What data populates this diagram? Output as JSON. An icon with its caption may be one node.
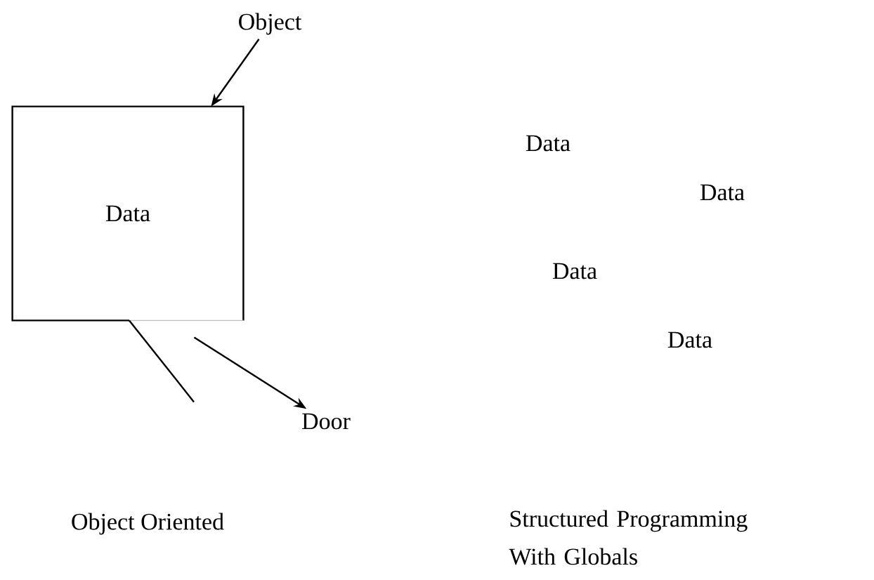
{
  "diagram": {
    "nodes": [
      {
        "text": [
          "Data"
        ]
      },
      {
        "text": [
          "Object"
        ]
      },
      {
        "text": [
          "Door"
        ]
      }
    ],
    "edges": [
      {
        "from": 1,
        "to": 0,
        "arrow": "to"
      },
      {
        "from": 0,
        "to": 2,
        "arrow": "to"
      }
    ],
    "labels": [
      "Data",
      "Data",
      "Data",
      "Data",
      "Object Oriented",
      "Structured Programming With Globals"
    ]
  }
}
